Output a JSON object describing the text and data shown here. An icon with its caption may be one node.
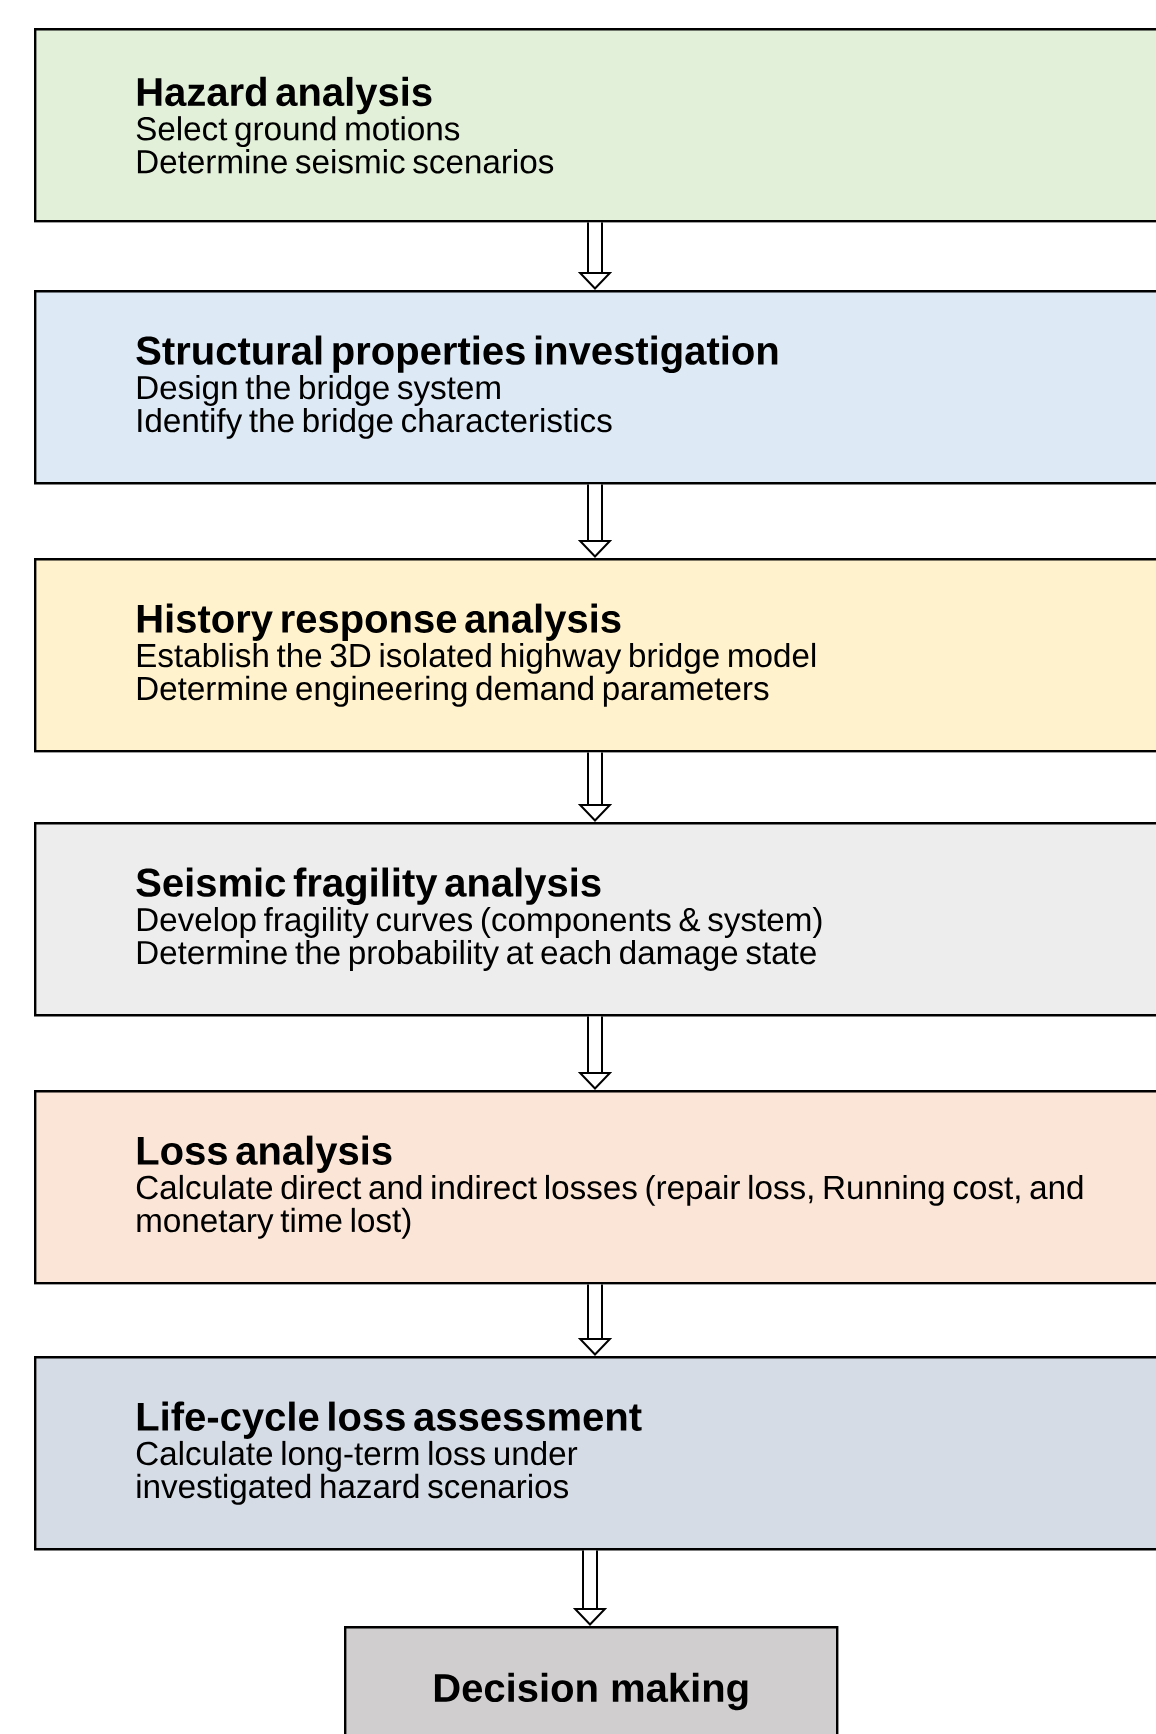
{
  "diagram": {
    "nodes": [
      {
        "text": [
          "Hazard analysis",
          "Select ground motions",
          "Determine seismic scenarios"
        ]
      },
      {
        "text": [
          "Structural properties investigation",
          "Design the bridge system",
          "Identify the bridge characteristics"
        ]
      },
      {
        "text": [
          "History response analysis",
          "Establish the 3D isolated highway bridge model",
          "Determine engineering demand parameters"
        ]
      },
      {
        "text": [
          "Seismic fragility analysis",
          "Develop fragility curves (components & system)",
          "Determine the probability at each damage state"
        ]
      },
      {
        "text": [
          "Loss analysis",
          "Calculate direct and indirect losses (repair loss, Running cost, and monetary time lost)"
        ]
      },
      {
        "text": [
          "Life-cycle loss assessment",
          "Calculate long-term loss under investigated hazard scenarios"
        ]
      },
      {
        "text": [
          "Decision making"
        ]
      }
    ],
    "edges": [
      {
        "from": 0,
        "to": 1,
        "arrow": "to"
      },
      {
        "from": 1,
        "to": 2,
        "arrow": "to"
      },
      {
        "from": 2,
        "to": 3,
        "arrow": "to"
      },
      {
        "from": 3,
        "to": 4,
        "arrow": "to"
      },
      {
        "from": 4,
        "to": 5,
        "arrow": "to"
      },
      {
        "from": 5,
        "to": 6,
        "arrow": "to"
      }
    ]
  }
}
